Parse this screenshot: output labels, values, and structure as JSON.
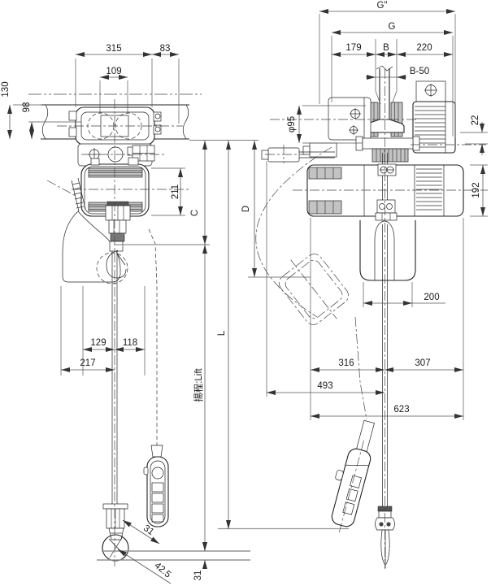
{
  "drawing_title": "electric chain hoist with motorized trolley - dimensional drawing",
  "front": {
    "d315": "315",
    "d83": "83",
    "d109": "109",
    "d130": "130",
    "d98": "98",
    "d211": "211",
    "dC": "C",
    "d129": "129",
    "d118": "118",
    "d217": "217",
    "dL": "L",
    "lift": "揚程:Lift",
    "d31_hook": "31",
    "d42_5": "42.5",
    "d31_floor": "31"
  },
  "side": {
    "dG2": "G\"",
    "dG": "G",
    "d179": "179",
    "dB": "B",
    "d220": "220",
    "dB50": "B-50",
    "dphi95": "φ95",
    "d22": "22",
    "d192": "192",
    "dD": "D",
    "d200": "200",
    "d316": "316",
    "d307": "307",
    "d493": "493",
    "d623": "623"
  }
}
